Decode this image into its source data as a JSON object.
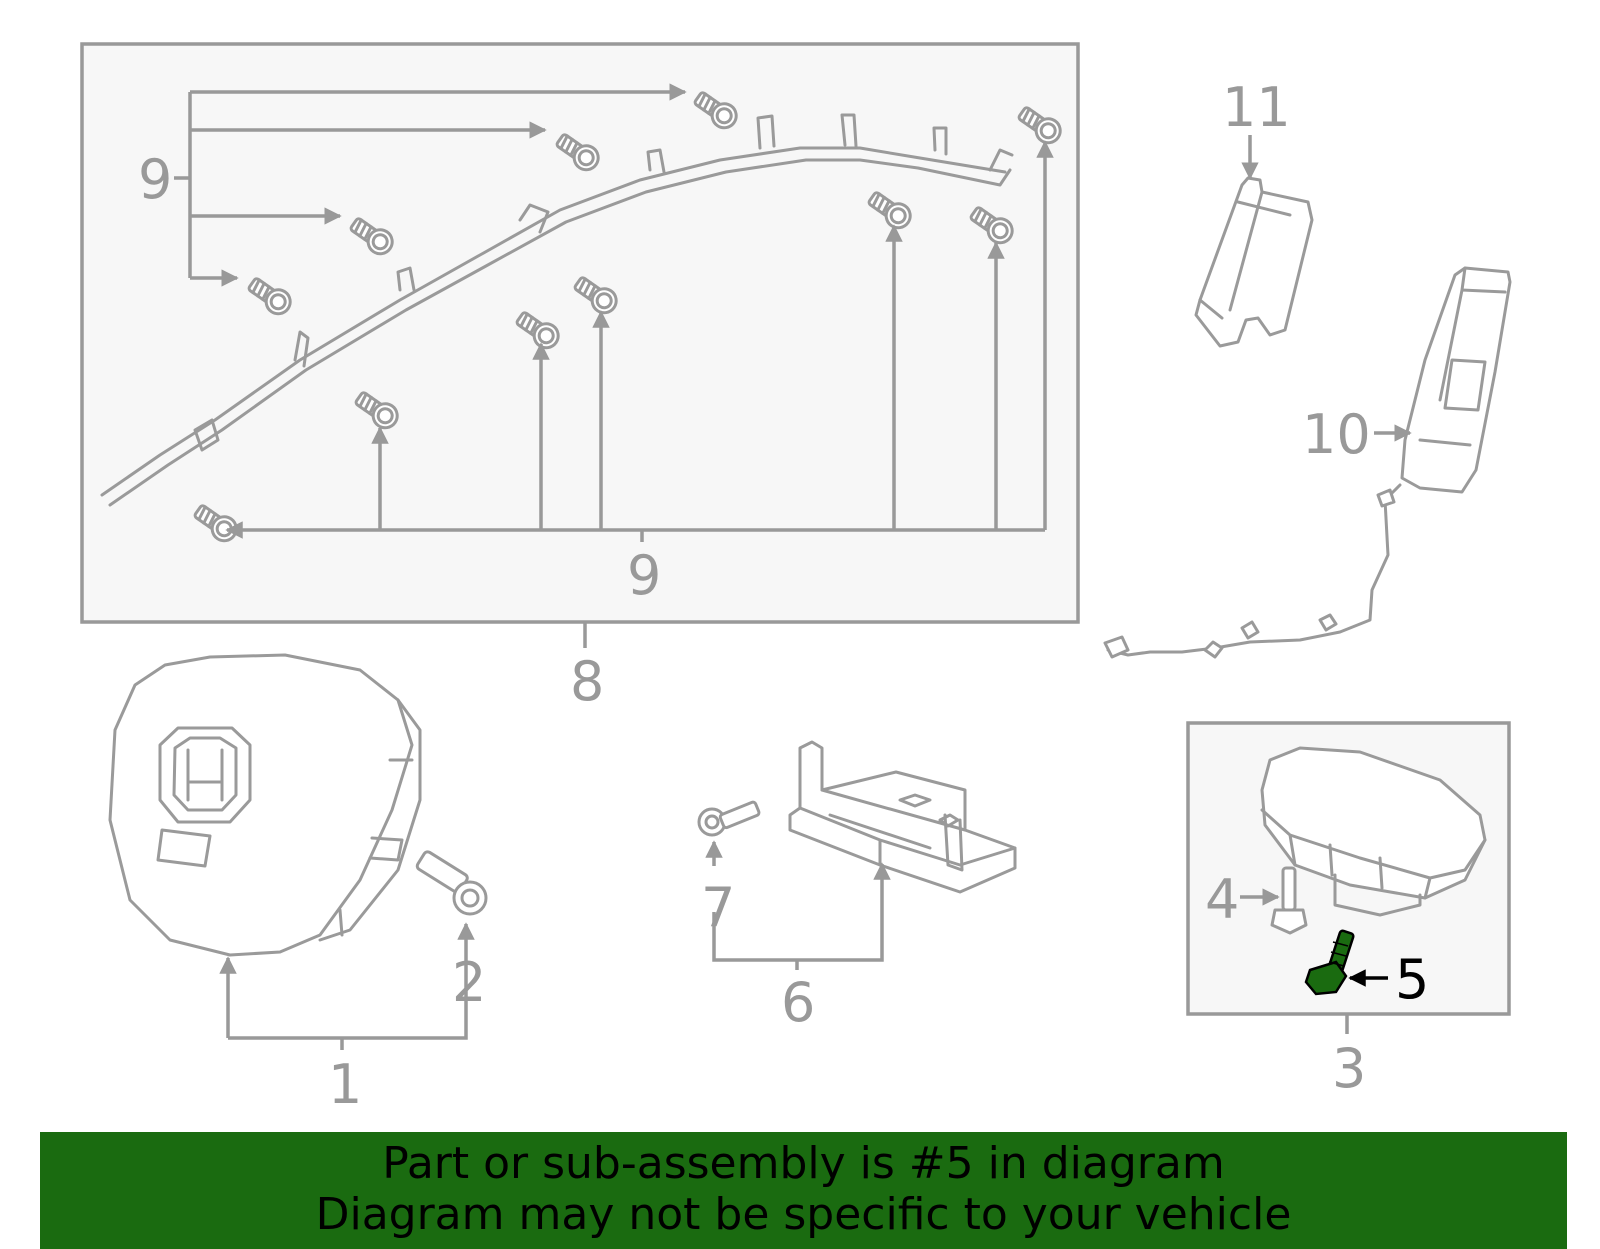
{
  "callouts": {
    "c1": "1",
    "c2": "2",
    "c3": "3",
    "c4": "4",
    "c5": "5",
    "c6": "6",
    "c7": "7",
    "c8": "8",
    "c9a": "9",
    "c9b": "9",
    "c10": "10",
    "c11": "11"
  },
  "highlighted_part": "5",
  "highlight_color": "#1a6b10",
  "banner": {
    "line1": "Part or sub-assembly is #5 in diagram",
    "line2": "Diagram may not be specific to your vehicle",
    "background": "#1a6b10"
  }
}
